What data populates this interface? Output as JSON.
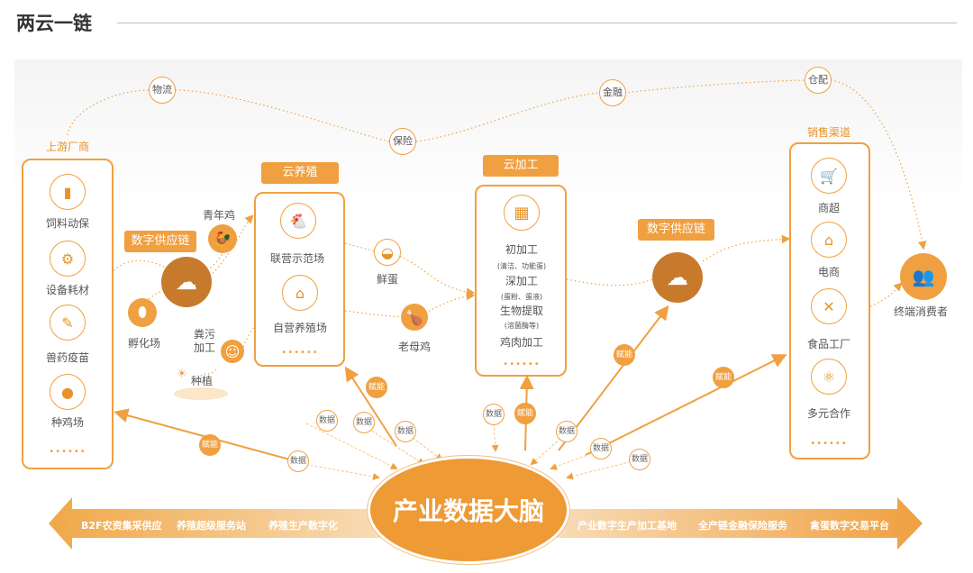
{
  "title": "两云一链",
  "top_links": [
    "物流",
    "保险",
    "金融",
    "仓配"
  ],
  "upstream": {
    "label": "上游厂商",
    "items": [
      "饲料动保",
      "设备耗材",
      "兽药疫苗",
      "种鸡场"
    ],
    "more": "••••••"
  },
  "supply_chain_left": {
    "tag": "数字供应链",
    "qingnianji": "青年鸡",
    "fuhuachang": "孵化场",
    "fenwu": "粪污加工",
    "zhongzhi": "种植"
  },
  "cloud_farming": {
    "tag": "云养殖",
    "items": [
      "联营示范场",
      "自营养殖场"
    ],
    "more": "••••••"
  },
  "products": [
    "鲜蛋",
    "老母鸡"
  ],
  "cloud_processing": {
    "tag": "云加工",
    "lines": [
      "初加工",
      "(清洁、功能蛋)",
      "深加工",
      "(蛋粉、蛋液)",
      "生物提取",
      "(溶菌酶等)",
      "鸡肉加工"
    ],
    "more": "••••••"
  },
  "supply_chain_right": {
    "tag": "数字供应链"
  },
  "sales": {
    "label": "销售渠道",
    "items": [
      "商超",
      "电商",
      "食品工厂",
      "多元合作"
    ],
    "more": "••••••"
  },
  "consumer": "终端消费者",
  "small": {
    "data": "数据",
    "empower": "赋能"
  },
  "brain": "产业数据大脑",
  "banner_left": [
    "B2F农资集采供应",
    "养殖超级服务站",
    "养殖生产数字化"
  ],
  "banner_right": [
    "产业数字生产加工基地",
    "全产链金融保险服务",
    "禽蛋数字交易平台"
  ],
  "colors": {
    "accent": "#f0a040",
    "dark": "#c87a2c"
  }
}
